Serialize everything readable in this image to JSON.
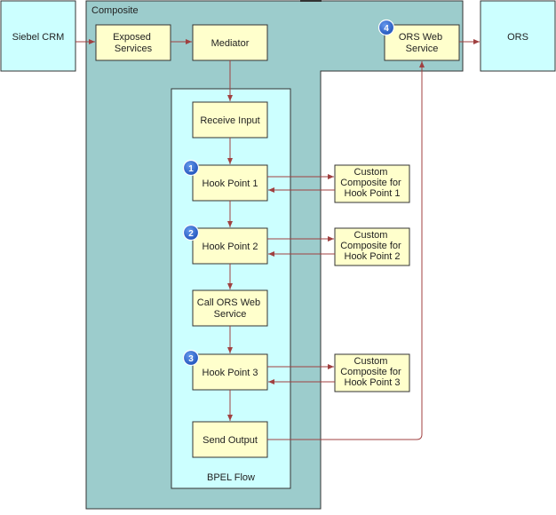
{
  "composite": {
    "label": "Composite"
  },
  "bpel": {
    "label": "BPEL Flow"
  },
  "external": {
    "siebel": "Siebel CRM",
    "ors": "ORS"
  },
  "nodes": {
    "exposed_services": [
      "Exposed",
      "Services"
    ],
    "mediator": "Mediator",
    "ors_web_service": [
      "ORS Web",
      "Service"
    ],
    "receive_input": "Receive Input",
    "hook_point_1": "Hook Point 1",
    "hook_point_2": "Hook Point 2",
    "call_ors": [
      "Call ORS Web",
      "Service"
    ],
    "hook_point_3": "Hook Point 3",
    "send_output": "Send Output"
  },
  "custom_composites": [
    [
      "Custom",
      "Composite for",
      "Hook Point 1"
    ],
    [
      "Custom",
      "Composite for",
      "Hook Point 2"
    ],
    [
      "Custom",
      "Composite for",
      "Hook Point 3"
    ]
  ],
  "badges": [
    "1",
    "2",
    "3",
    "4"
  ],
  "colors": {
    "composite_fill": "#9ccccc",
    "bpel_fill": "#ccffff",
    "node_fill": "#ffffcc",
    "external_fill": "#ccffff",
    "arrow": "#a04040",
    "badge": "#3366cc"
  }
}
